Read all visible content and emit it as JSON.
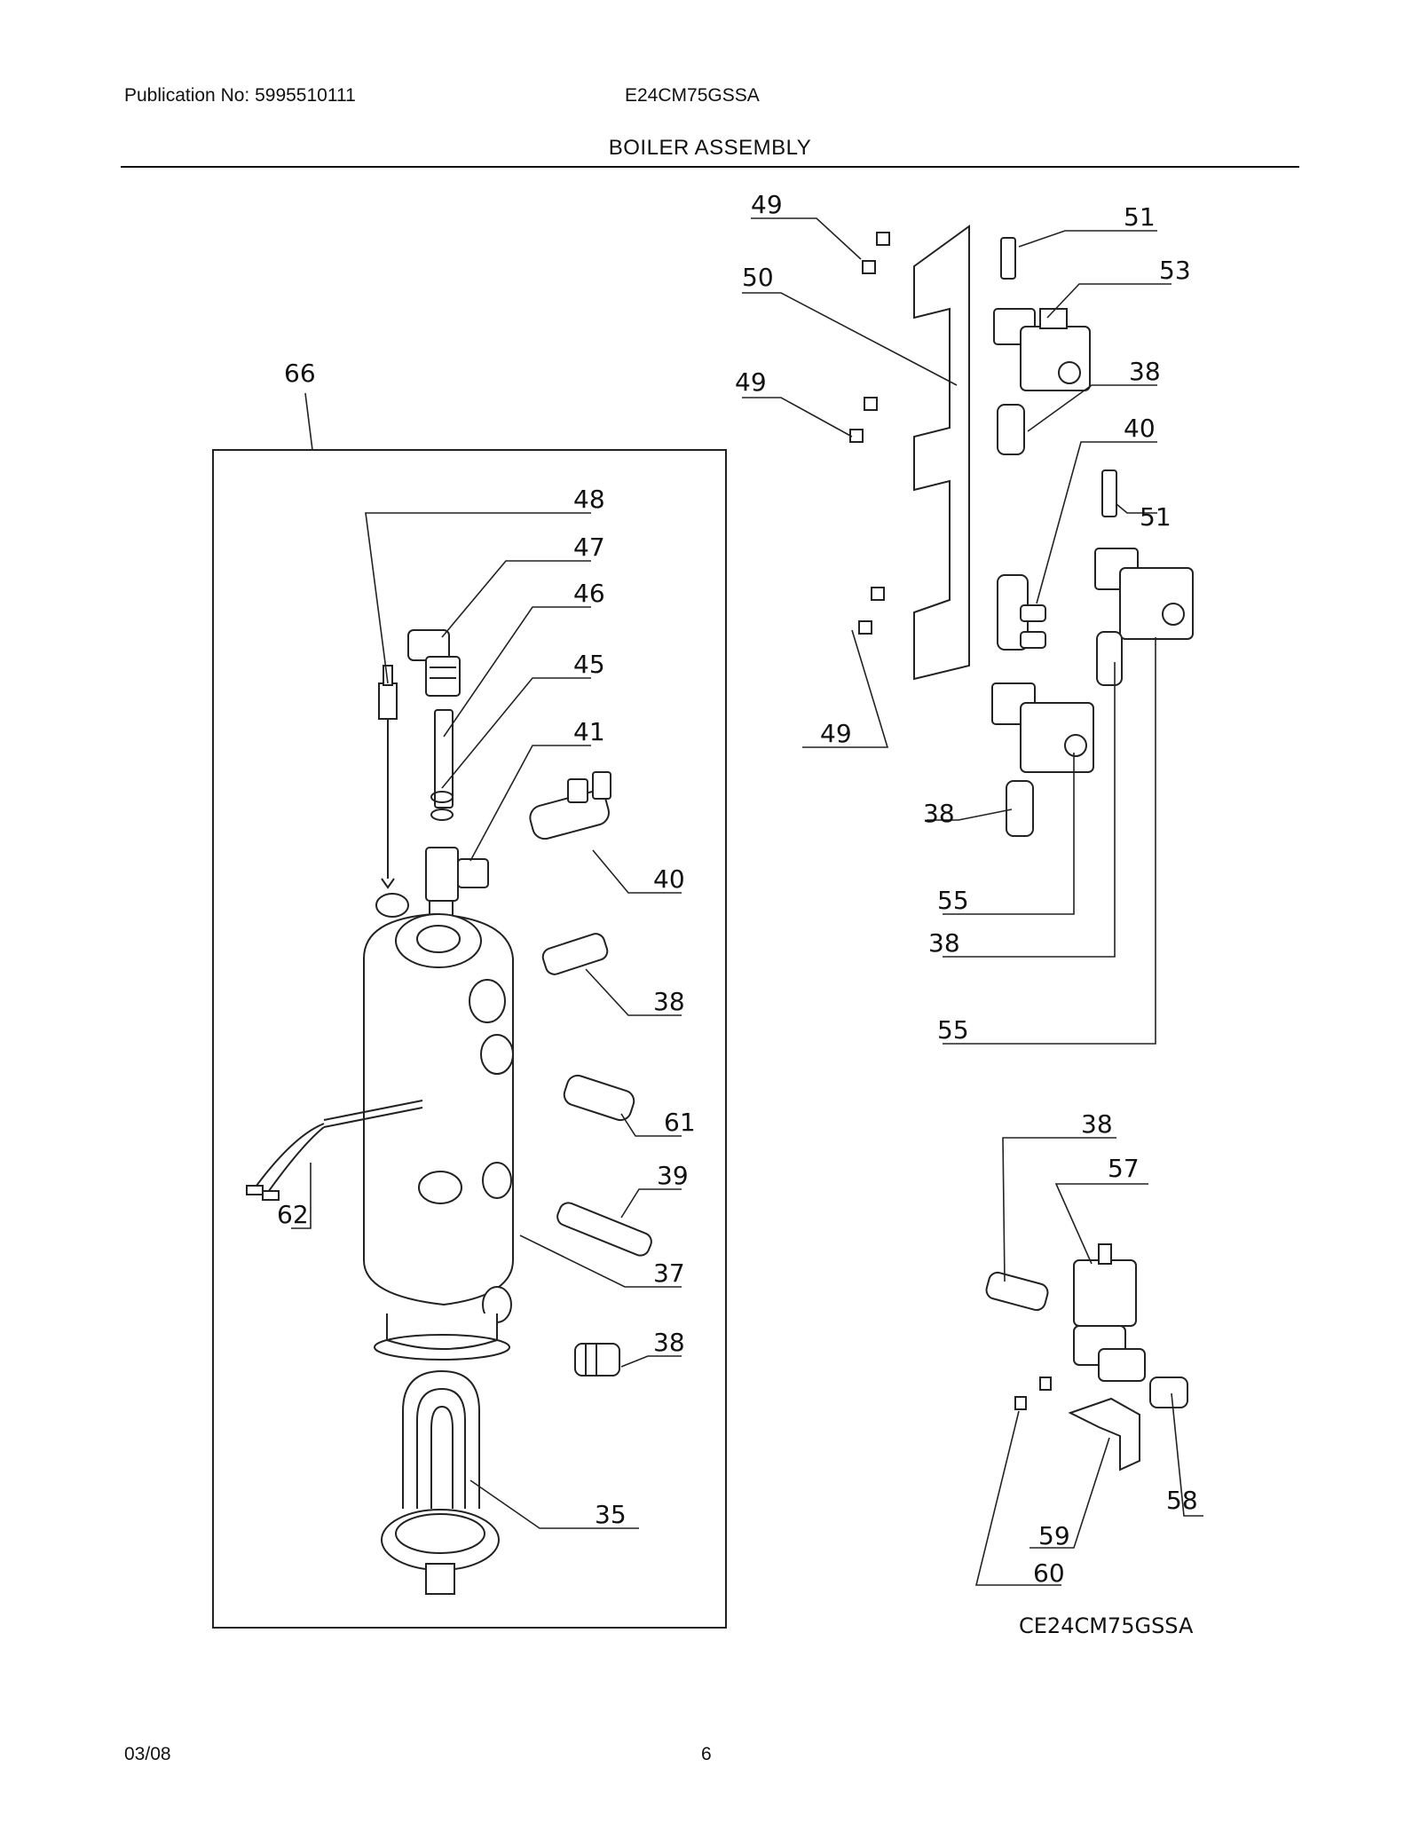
{
  "header": {
    "publication": "Publication No: 5995510111",
    "model": "E24CM75GSSA",
    "title": "BOILER ASSEMBLY"
  },
  "diagram": {
    "code": "CE24CM75GSSA",
    "callouts": {
      "c66": "66",
      "c48": "48",
      "c47": "47",
      "c46": "46",
      "c45": "45",
      "c41": "41",
      "c40a": "40",
      "c38a": "38",
      "c61": "61",
      "c39": "39",
      "c62": "62",
      "c37": "37",
      "c38b": "38",
      "c35": "35",
      "c49a": "49",
      "c50": "50",
      "c49b": "49",
      "c49c": "49",
      "c51a": "51",
      "c53": "53",
      "c38c": "38",
      "c40b": "40",
      "c51b": "51",
      "c38d": "38",
      "c55a": "55",
      "c38e": "38",
      "c55b": "55",
      "c38f": "38",
      "c57": "57",
      "c58": "58",
      "c59": "59",
      "c60": "60"
    }
  },
  "footer": {
    "date": "03/08",
    "page": "6"
  }
}
